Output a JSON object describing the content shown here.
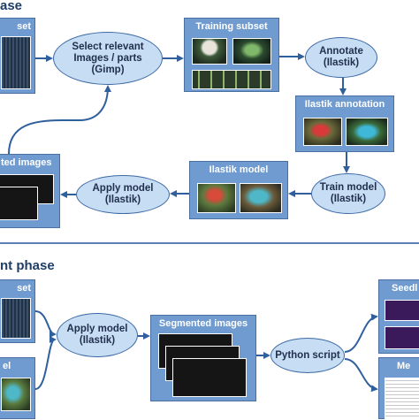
{
  "training_phase": {
    "title": "ase",
    "source_box_title": "set",
    "select_node": "Select relevant\nImages / parts\n(Gimp)",
    "training_subset_title": "Training subset",
    "annotate_node": "Annotate\n(Ilastik)",
    "ilastik_annotation_title": "Ilastik annotation",
    "train_model_node": "Train model\n(Ilastik)",
    "ilastik_model_title": "Ilastik model",
    "apply_model_node": "Apply model\n(Ilastik)",
    "segmented_title": "ted images"
  },
  "deployment_phase": {
    "title": "nt phase",
    "source_box_1_title": "set",
    "source_box_2_title": "el",
    "apply_model_node": "Apply model\n(Ilastik)",
    "segmented_title": "Segmented images",
    "python_node": "Python script",
    "output_box_1_title": "Seedl",
    "output_box_2_title": "Me"
  },
  "colors": {
    "box_fill": "#6f9bd1",
    "box_border": "#4a6fa1",
    "ellipse_fill": "#c7ddf3",
    "ellipse_border": "#3d6aa6",
    "arrow": "#2f5f9c",
    "divider": "#5a7fb0"
  }
}
